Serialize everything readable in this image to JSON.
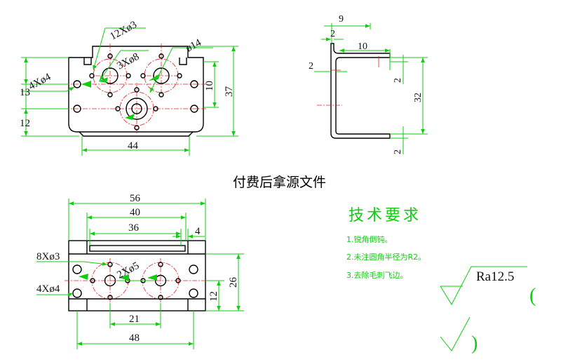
{
  "caption": "付费后拿源文件",
  "front_view": {
    "callouts": {
      "d3": "12Xø3",
      "d8": "3Xø8",
      "d14": "ø14",
      "d4": "4Xø4"
    },
    "dims": {
      "w44": "44",
      "h37": "37",
      "h10": "10",
      "h13": "13",
      "h12": "12"
    }
  },
  "side_view": {
    "dims": {
      "d9": "9",
      "d2top": "2",
      "d10": "10",
      "d2left": "2",
      "d2r": "2",
      "d32": "32",
      "d2bot": "2"
    }
  },
  "plan_view": {
    "callouts": {
      "d3": "8Xø3",
      "d5": "2Xø5",
      "d4": "4Xø4"
    },
    "dims": {
      "w56": "56",
      "w40": "40",
      "w36": "36",
      "w4": "4",
      "w21": "21",
      "w48": "48",
      "h26": "26",
      "h12": "12"
    }
  },
  "tech": {
    "title": "技术要求",
    "items": [
      "1.锐角倒钝。",
      "2.未注圆角半径为R2。",
      "3.去除毛刺飞边。"
    ]
  },
  "roughness": {
    "label": "Ra12.5",
    "open": "(",
    "close": ")"
  },
  "colors": {
    "dimension": "#11cc11",
    "outline": "#000000",
    "centerline": "#e02020"
  }
}
